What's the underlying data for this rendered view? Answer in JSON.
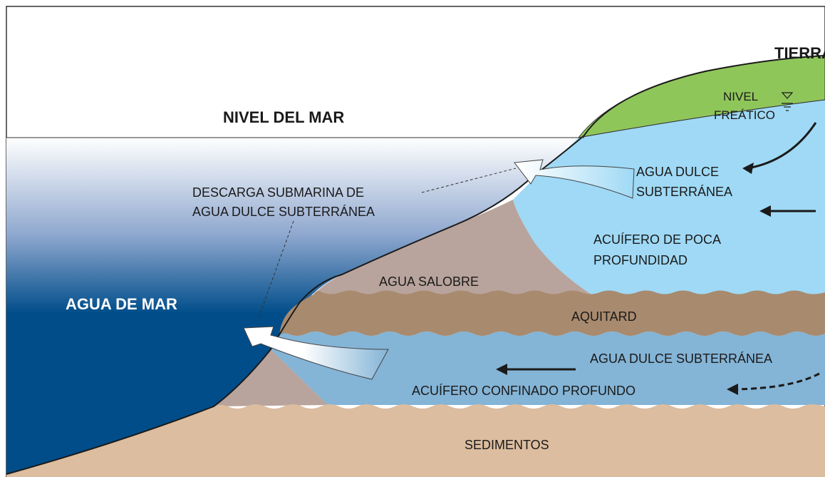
{
  "labels": {
    "land": "TIERRA",
    "sea_level": "NIVEL DEL MAR",
    "water_table_line1": "NIVEL",
    "water_table_line2": "FREÁTICO",
    "fresh_groundwater_line1": "AGUA DULCE",
    "fresh_groundwater_line2": "SUBTERRÁNEA",
    "submarine_discharge_line1": "DESCARGA SUBMARINA DE",
    "submarine_discharge_line2": "AGUA DULCE SUBTERRÁNEA",
    "shallow_aquifer_line1": "ACUÍFERO DE POCA",
    "shallow_aquifer_line2": "PROFUNDIDAD",
    "brackish_water": "AGUA SALOBRE",
    "seawater": "AGUA DE MAR",
    "aquitard": "AQUITARD",
    "deep_fresh_groundwater": "AGUA DULCE SUBTERRÁNEA",
    "deep_confined_aquifer": "ACUÍFERO CONFINADO PROFUNDO",
    "sediments": "SEDIMENTOS"
  },
  "colors": {
    "seawater_top": "#ffffff",
    "seawater_bottom": "#004d8a",
    "land_surface": "#8fc65a",
    "shallow_aquifer": "#9fd9f5",
    "brackish": "#b8a49c",
    "aquitard": "#a88a6e",
    "deep_aquifer": "#84b4d6",
    "sediments": "#dcbd9f"
  },
  "icons": [
    "water-table-symbol-icon",
    "flow-arrow-icon",
    "dashed-flow-arrow-icon",
    "discharge-arrow-icon"
  ]
}
